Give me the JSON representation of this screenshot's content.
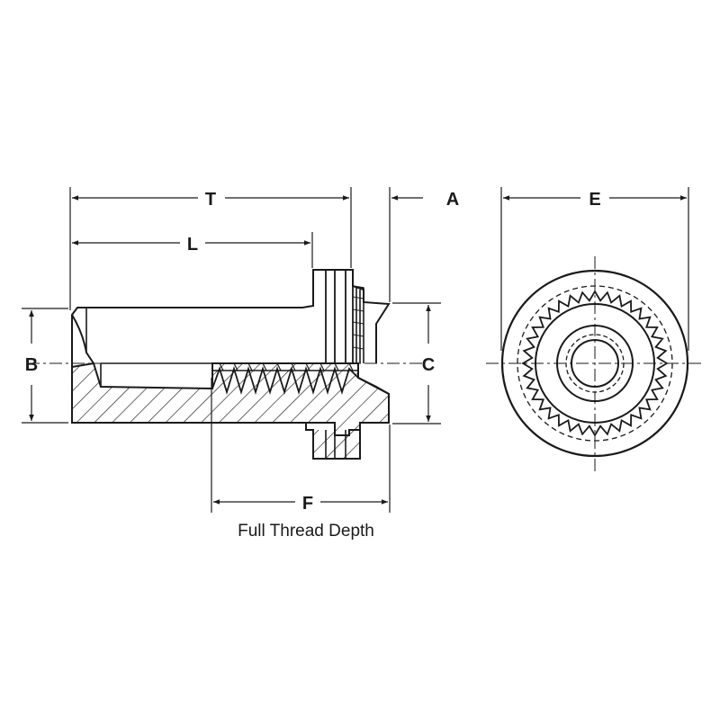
{
  "labels": {
    "T": "T",
    "L": "L",
    "A": "A",
    "E": "E",
    "B": "B",
    "C": "C",
    "F": "F"
  },
  "caption": "Full Thread Depth",
  "colors": {
    "line": "#1a1a1a",
    "background": "#ffffff"
  }
}
